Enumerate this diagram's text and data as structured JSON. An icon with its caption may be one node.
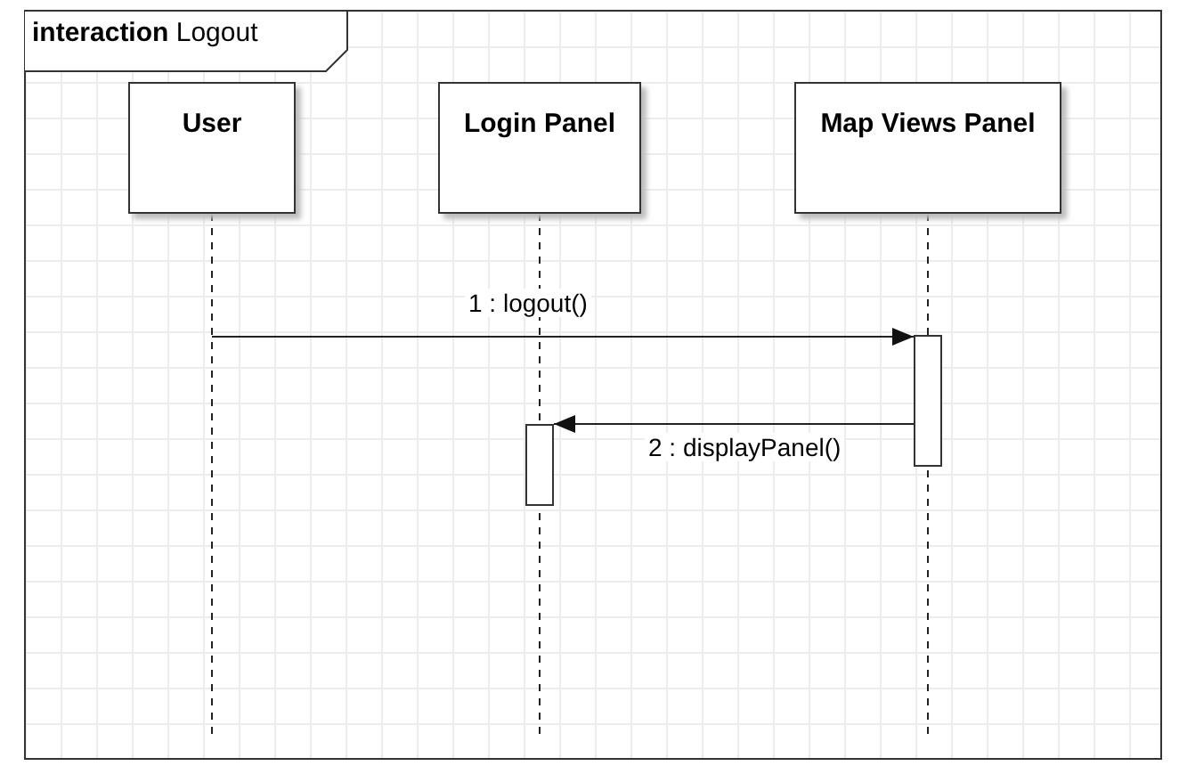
{
  "diagram": {
    "title": "**interaction** Logout",
    "nodes": [
      {
        "text": [
          "User"
        ]
      },
      {
        "text": [
          "Login Panel"
        ]
      },
      {
        "text": [
          "Map Views Panel"
        ]
      },
      {
        "text": [],
        "shape": "bar"
      },
      {
        "text": [],
        "shape": "bar"
      }
    ],
    "edges": [
      {
        "from": 0,
        "to": 3,
        "arrow": "to",
        "label": "1 : logout()"
      },
      {
        "from": 3,
        "to": 4,
        "arrow": "to",
        "label": "2 : displayPanel()"
      }
    ]
  }
}
